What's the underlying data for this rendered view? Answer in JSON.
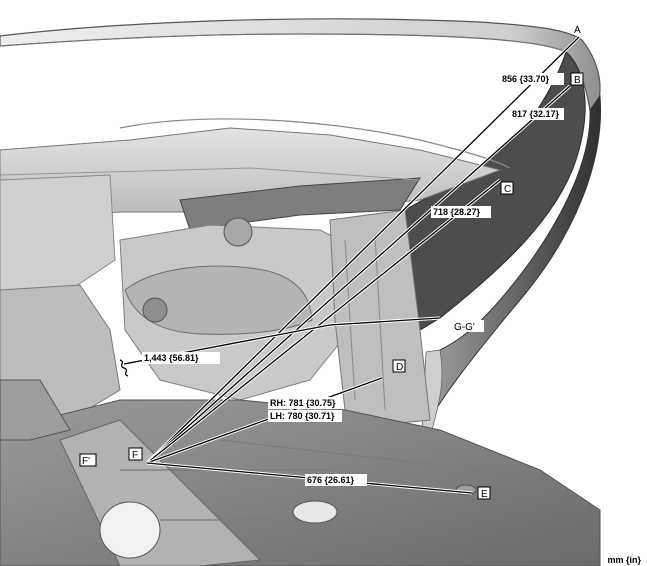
{
  "points": {
    "A": "A",
    "B": "B",
    "C": "C",
    "D": "D",
    "E": "E",
    "F": "F",
    "F_prime": "F'"
  },
  "section_label": "G-G'",
  "dimensions": {
    "AF": "856 {33.70}",
    "BF": "817 {32.17}",
    "CF": "718 {28.27}",
    "G_span": "1,443 {56.81}",
    "DF_rh": "RH: 781 {30.75}",
    "DF_lh": "LH: 780 {30.71}",
    "EF": "676 {26.61}"
  },
  "unit": "mm {in}",
  "colors": {
    "line": "#000000",
    "body_light": "#d2d2d2",
    "body_mid": "#a6a6a6",
    "body_dark": "#5a5a5a",
    "body_darker": "#3a3a3a"
  }
}
